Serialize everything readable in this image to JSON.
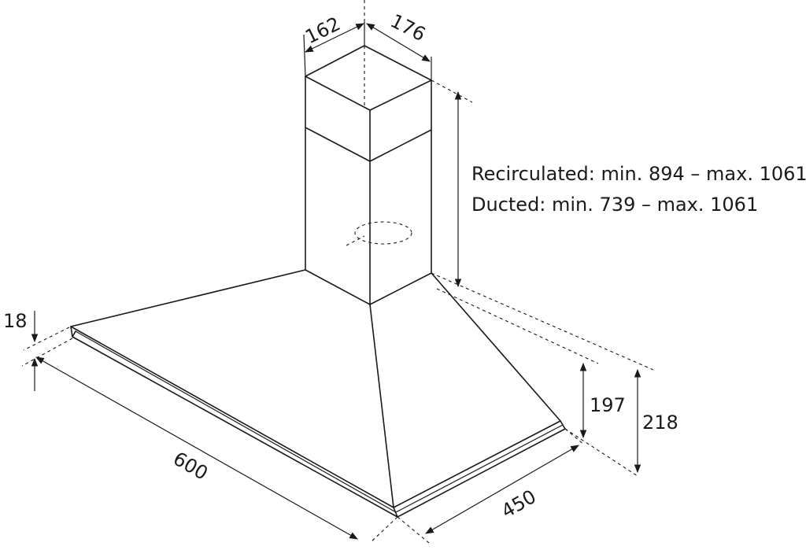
{
  "dimensions": {
    "chimney_depth": "162",
    "chimney_width": "176",
    "trim_thickness": "18",
    "hood_width": "600",
    "hood_depth": "450",
    "canopy_height_inner": "197",
    "canopy_height_outer": "218"
  },
  "chimney_height_note": {
    "line1": "Recirculated: min. 894 – max. 1061",
    "line2": "Ducted: min. 739 – max. 1061"
  }
}
